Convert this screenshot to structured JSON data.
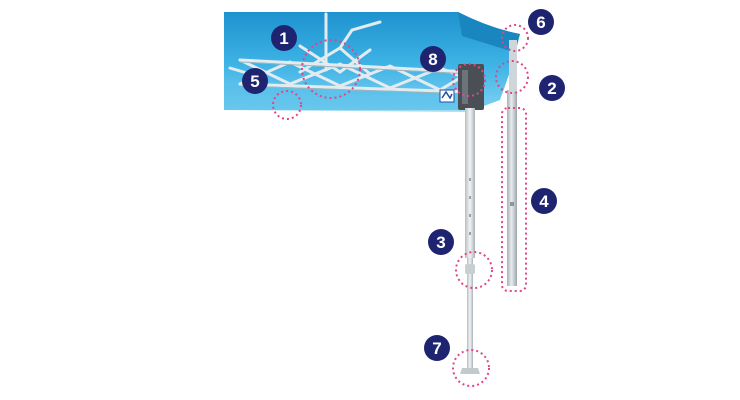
{
  "colors": {
    "canopy_light": "#5ec4ec",
    "canopy_mid": "#29a8df",
    "canopy_dark": "#1682b8",
    "frame": "#dfe7ea",
    "frame_shadow": "#9aa8ad",
    "leg_light": "#eef1f2",
    "leg_dark": "#b7bec2",
    "bracket": "#4a4f55",
    "callout_ring": "#e0458a",
    "badge_fill": "#1f2470"
  },
  "callouts": [
    {
      "label": "1",
      "part": "truss-hub"
    },
    {
      "label": "2",
      "part": "leg-top-joint"
    },
    {
      "label": "3",
      "part": "height-adjust-button"
    },
    {
      "label": "4",
      "part": "outer-leg"
    },
    {
      "label": "5",
      "part": "truss-joint"
    },
    {
      "label": "6",
      "part": "canopy-corner"
    },
    {
      "label": "7",
      "part": "foot-plate"
    },
    {
      "label": "8",
      "part": "corner-bracket"
    }
  ]
}
